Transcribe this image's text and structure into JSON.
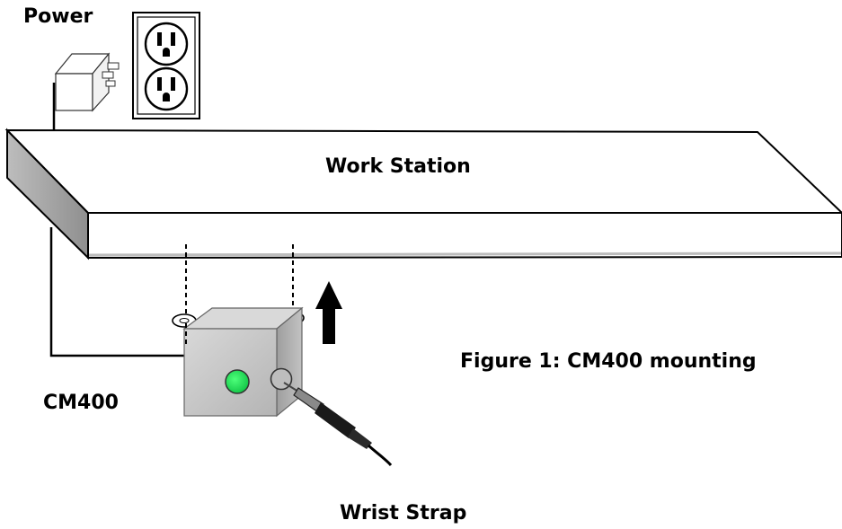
{
  "labels": {
    "power": "Power",
    "work_station": "Work Station",
    "figure_caption": "Figure 1: CM400 mounting",
    "device": "CM400",
    "wrist_strap": "Wrist Strap"
  },
  "colors": {
    "line": "#000000",
    "bench_side": "#c4c4c4",
    "box_front": "#c6c6c6",
    "box_top": "#d9d9d9",
    "box_side": "#a9a9a9",
    "led": "#22dd55",
    "plug": "#8a8a8a"
  },
  "icons": {
    "outlet": "duplex-outlet-icon",
    "adapter": "power-adapter-icon",
    "arrow": "arrow-up-icon",
    "jack": "jack-plug-icon"
  }
}
